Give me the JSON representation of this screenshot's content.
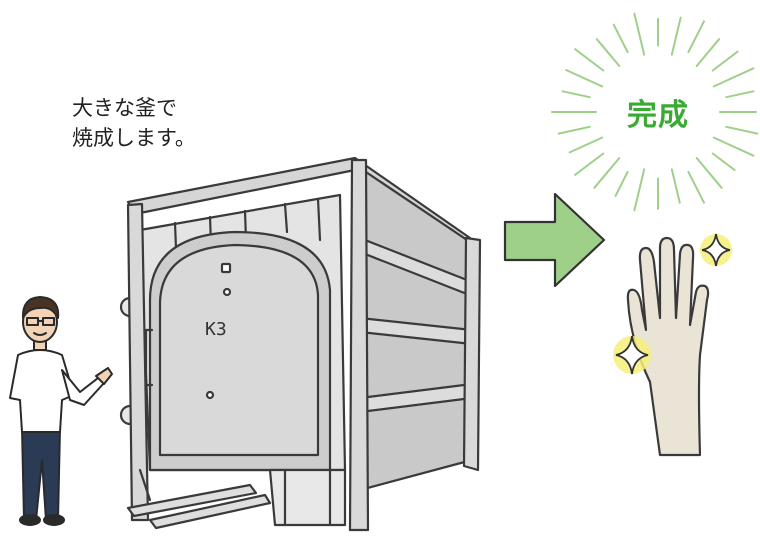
{
  "caption": {
    "line1": "大きな釜で",
    "line2": "焼成します。"
  },
  "result": {
    "label": "完成"
  },
  "kiln": {
    "door_label": "K3"
  },
  "colors": {
    "accent_green": "#3aaa35",
    "arrow_green": "#9fd08a",
    "sparkle_yellow": "#f6ef7a",
    "kiln_gray": "#cfcfcf",
    "glove_beige": "#e9e4d6"
  },
  "icons": [
    "arrow-right-icon",
    "sparkle-icon",
    "glove-icon",
    "kiln-illustration",
    "person-illustration"
  ]
}
